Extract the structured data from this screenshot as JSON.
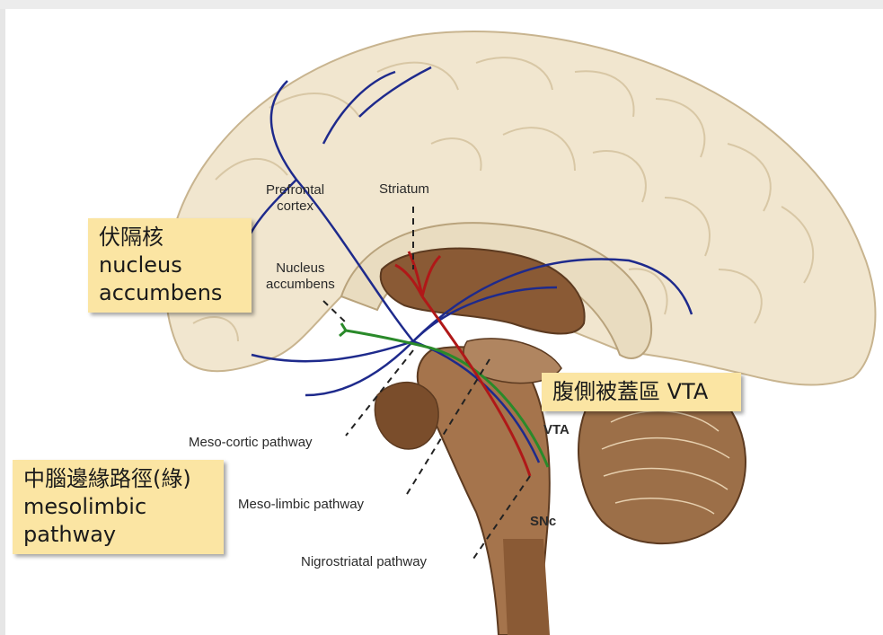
{
  "labels": {
    "prefrontal_line1": "Prefrontal",
    "prefrontal_line2": "cortex",
    "striatum": "Striatum",
    "nucleus_line1": "Nucleus",
    "nucleus_line2": "accumbens",
    "vta": "VTA",
    "snc": "SNc",
    "mesocortic": "Meso-cortic pathway",
    "mesolimbic": "Meso-limbic pathway",
    "nigrostriatal": "Nigrostriatal pathway"
  },
  "callouts": {
    "nucleus_accumbens": {
      "line1": "伏隔核",
      "line2": "nucleus",
      "line3": "accumbens"
    },
    "vta": {
      "text": "腹側被蓋區 VTA"
    },
    "mesolimbic": {
      "line1": "中腦邊緣路徑(綠)",
      "line2": "mesolimbic",
      "line3": "pathway"
    }
  },
  "colors": {
    "cortex": "#f1e6cf",
    "cortex_outline": "#c8b48f",
    "inner_brown": "#8a5a35",
    "dark_brown": "#5c3a20",
    "blue_pathway": "#1e2a8c",
    "green_pathway": "#2a8a2a",
    "red_pathway": "#b01818",
    "callout_bg": "#fbe5a3"
  }
}
